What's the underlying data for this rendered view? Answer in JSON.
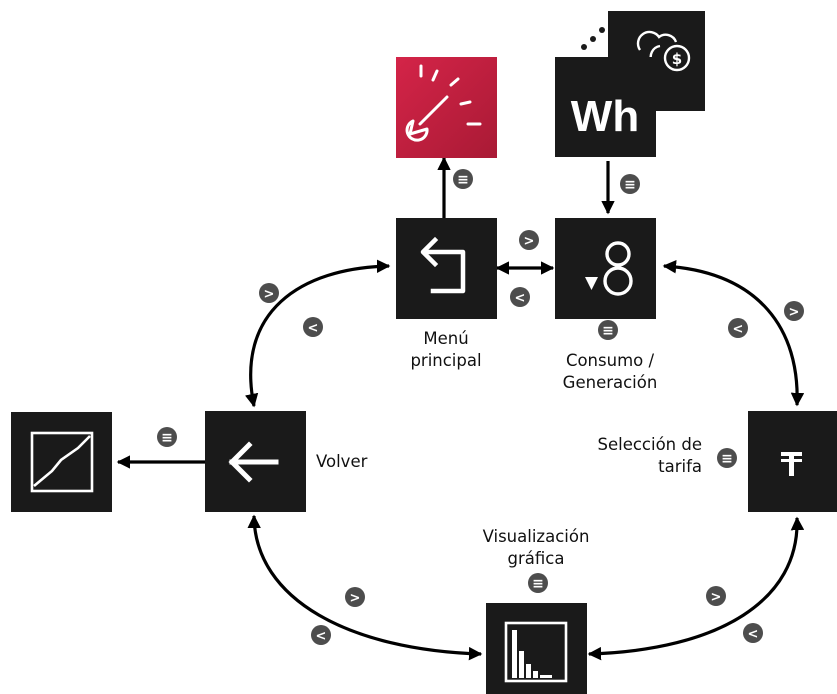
{
  "labels": {
    "menu_principal": "Menú\nprincipal",
    "consumo_generacion": "Consumo /\nGeneración",
    "volver": "Volver",
    "seleccion_tarifa": "Selección de\ntarifa",
    "visualizacion_grafica": "Visualización\ngráfica"
  },
  "badges": {
    "next": ">",
    "prev": "<",
    "menu": "≡"
  },
  "icons": {
    "menu_principal": "return-icon",
    "consumo_generacion": "consumption-generation-icon",
    "volver": "arrow-left-icon",
    "seleccion_tarifa": "tariff-icon",
    "visualizacion_grafica": "bar-chart-icon",
    "energy": "wh-icon",
    "cost": "coins-dollar-icon",
    "gauge": "gauge-icon",
    "line_chart": "line-chart-icon"
  },
  "energy_tile_text": "Wh",
  "currency_symbol": "$",
  "colors": {
    "tile": "#1a1a1a",
    "gauge_tile": "#c4213f",
    "badge": "#4d4d4d",
    "arrow": "#000000",
    "text": "#111111"
  }
}
